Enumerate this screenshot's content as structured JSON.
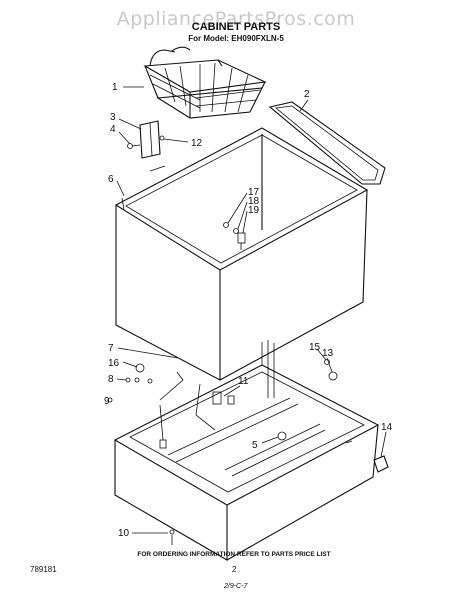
{
  "watermark": "AppliancePartsPros.com",
  "title": "CABINET PARTS",
  "subtitle": "For Model: EH090FXLN-5",
  "callouts": [
    {
      "id": "c1",
      "label": "1"
    },
    {
      "id": "c2",
      "label": "2"
    },
    {
      "id": "c3",
      "label": "3"
    },
    {
      "id": "c4",
      "label": "4"
    },
    {
      "id": "c12",
      "label": "12"
    },
    {
      "id": "c6",
      "label": "6"
    },
    {
      "id": "c17",
      "label": "17"
    },
    {
      "id": "c18",
      "label": "18"
    },
    {
      "id": "c19",
      "label": "19"
    },
    {
      "id": "c7",
      "label": "7"
    },
    {
      "id": "c16",
      "label": "16"
    },
    {
      "id": "c8",
      "label": "8"
    },
    {
      "id": "c9",
      "label": "9"
    },
    {
      "id": "c15",
      "label": "15"
    },
    {
      "id": "c13",
      "label": "13"
    },
    {
      "id": "c11",
      "label": "11"
    },
    {
      "id": "c5",
      "label": "5"
    },
    {
      "id": "c14",
      "label": "14"
    },
    {
      "id": "c10",
      "label": "10"
    }
  ],
  "footer": {
    "ordering_info": "FOR ORDERING INFORMATION REFER TO PARTS PRICE LIST",
    "diagram_code": "789181",
    "page_number": "2",
    "handwritten_note": "2/9-C-7"
  }
}
